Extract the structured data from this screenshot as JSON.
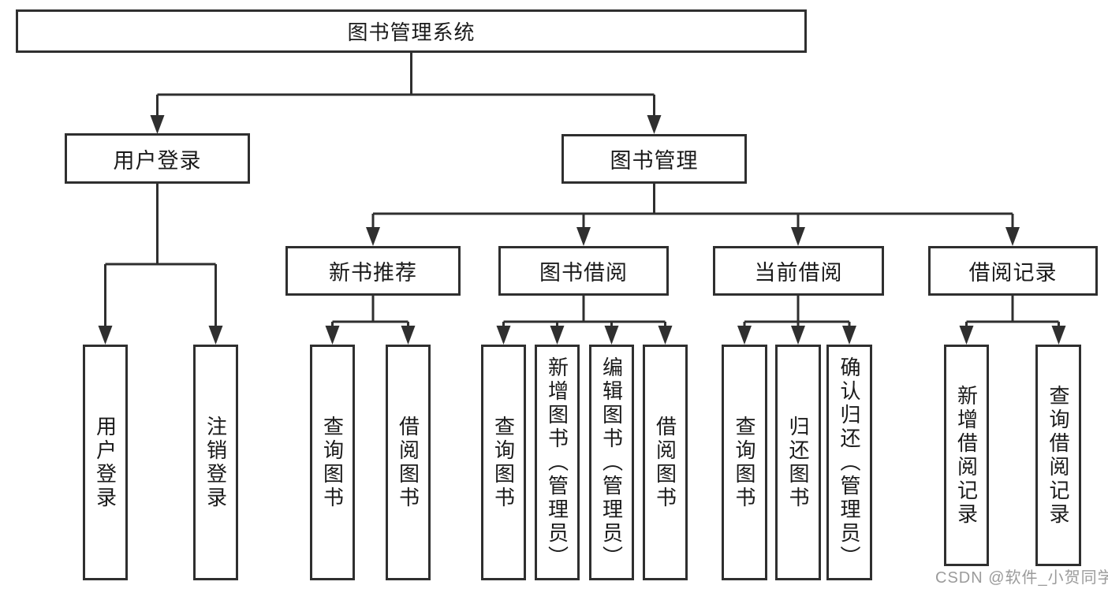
{
  "diagram": {
    "type": "hierarchy-tree",
    "title": "图书管理系统",
    "colors": {
      "line": "#2f2f2f",
      "box_border": "#2f2f2f",
      "text": "#1a1a1a",
      "background": "#ffffff",
      "watermark": "#9b9b9b"
    }
  },
  "nodes": {
    "root": "图书管理系统",
    "userLogin": "用户登录",
    "bookManagement": "图书管理",
    "newBookRecommend": "新书推荐",
    "bookBorrow": "图书借阅",
    "currentBorrow": "当前借阅",
    "borrowRecords": "借阅记录",
    "userLoginLeaf": "用户登录",
    "logoutLeaf": "注销登录",
    "recQueryBooks": "查询图书",
    "recBorrowBooks": "借阅图书",
    "borrowQueryBooks": "查询图书",
    "borrowAddBooks": "新增图书（管理员）",
    "borrowEditBooks": "编辑图书（管理员）",
    "borrowBorrowBooks": "借阅图书",
    "currentQueryBooks": "查询图书",
    "currentReturnBooks": "归还图书",
    "currentConfirmReturn": "确认归还（管理员）",
    "recordsAddRecord": "新增借阅记录",
    "recordsQueryRecord": "查询借阅记录"
  },
  "tree": {
    "root": "图书管理系统",
    "children": [
      {
        "label": "用户登录",
        "children": [
          "用户登录",
          "注销登录"
        ]
      },
      {
        "label": "图书管理",
        "children": [
          {
            "label": "新书推荐",
            "children": [
              "查询图书",
              "借阅图书"
            ]
          },
          {
            "label": "图书借阅",
            "children": [
              "查询图书",
              "新增图书（管理员）",
              "编辑图书（管理员）",
              "借阅图书"
            ]
          },
          {
            "label": "当前借阅",
            "children": [
              "查询图书",
              "归还图书",
              "确认归还（管理员）"
            ]
          },
          {
            "label": "借阅记录",
            "children": [
              "新增借阅记录",
              "查询借阅记录"
            ]
          }
        ]
      }
    ]
  },
  "watermark": "CSDN @软件_小贺同学"
}
